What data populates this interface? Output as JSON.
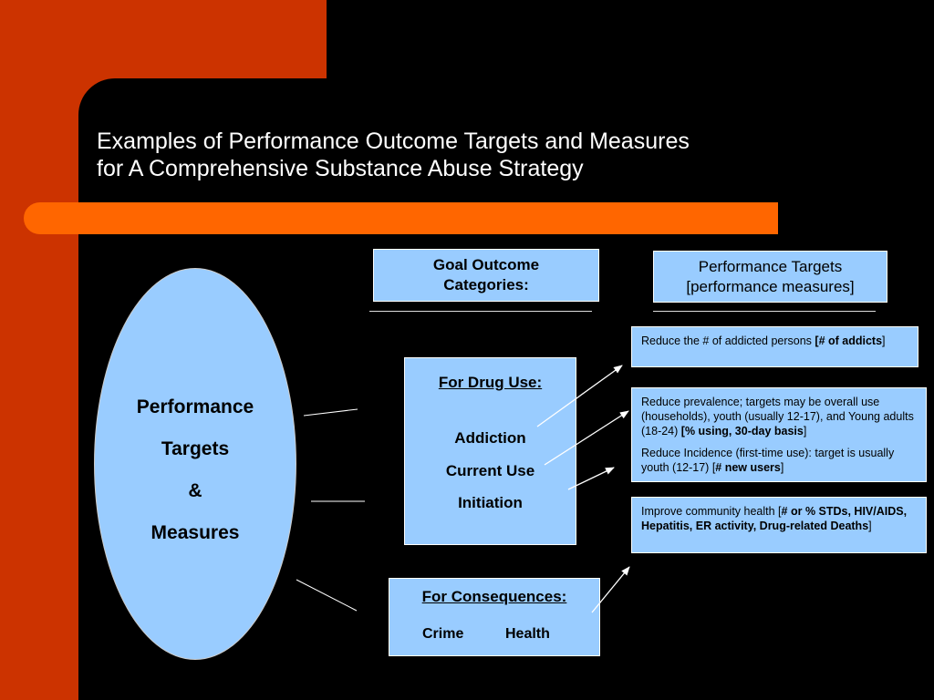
{
  "title": {
    "line1": "Examples of Performance Outcome Targets and Measures",
    "line2": "for A Comprehensive Substance Abuse Strategy"
  },
  "headers": {
    "goal_line1": "Goal Outcome",
    "goal_line2": "Categories:",
    "perf_line1": "Performance Targets",
    "perf_line2": "[performance measures]"
  },
  "oval": {
    "line1": "Performance",
    "line2": "Targets",
    "line3": "&",
    "line4": "Measures"
  },
  "drug_use": {
    "heading": "For Drug Use:",
    "items": [
      "Addiction",
      "Current Use",
      "Initiation"
    ]
  },
  "consequences": {
    "heading": "For Consequences:",
    "items": [
      "Crime",
      "Health"
    ]
  },
  "targets": {
    "t1": {
      "text": "Reduce the # of addicted persons ",
      "measure": "[# of addicts",
      "close": "]"
    },
    "t2": {
      "text": "Reduce  prevalence; targets may be overall use (households), youth (usually 12-17), and  Young adults (18-24)  ",
      "measure": "[% using, 30-day basis",
      "close": "]"
    },
    "t2b": {
      "text": "Reduce Incidence (first-time use):  target is usually youth (12-17) [",
      "measure": "# new users",
      "close": "]"
    },
    "t3": {
      "text": "Improve community health  [",
      "measure": "# or % STDs, HIV/AIDS, Hepatitis, ER activity, Drug-related Deaths",
      "close": "]"
    }
  },
  "colors": {
    "background": "#000000",
    "red_block": "#cc3300",
    "orange_bar": "#ff6600",
    "box_fill": "#99ccff"
  }
}
